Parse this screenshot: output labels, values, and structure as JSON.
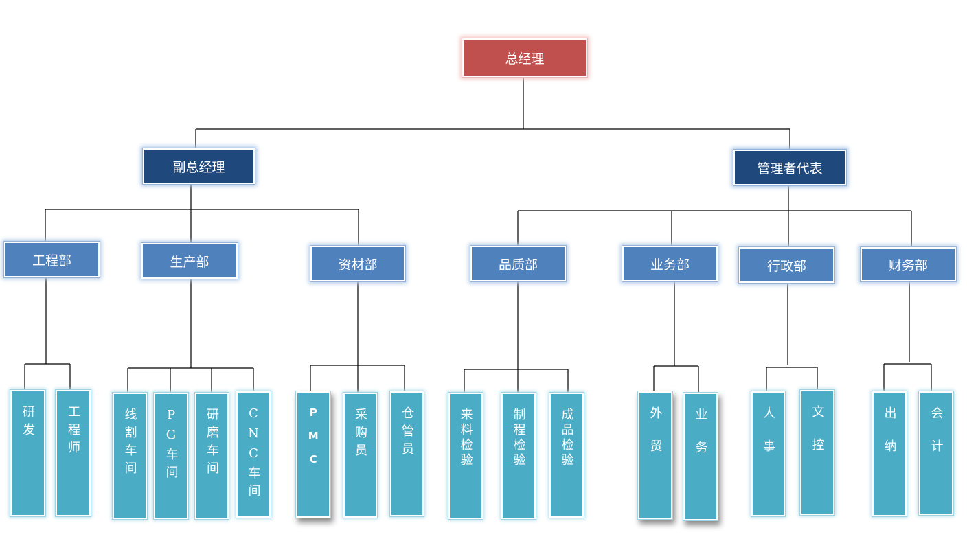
{
  "ceo": "总经理",
  "managers": {
    "deputy": "副总经理",
    "rep": "管理者代表"
  },
  "departments": {
    "engineering": "工程部",
    "production": "生产部",
    "materials": "资材部",
    "quality": "品质部",
    "business": "业务部",
    "admin": "行政部",
    "finance": "财务部"
  },
  "units": {
    "engineering": [
      "研发",
      "工程师"
    ],
    "production": [
      "线割车间",
      "PG车间",
      "研磨车间",
      "CNC车间"
    ],
    "materials": [
      "PMC",
      "采购员",
      "仓管员"
    ],
    "quality": [
      "来料检验",
      "制程检验",
      "成品检验"
    ],
    "business": [
      "外贸",
      "业务"
    ],
    "admin": [
      "人事",
      "文控"
    ],
    "finance": [
      "出纳",
      "会计"
    ]
  },
  "colors": {
    "ceo": "#c0504d",
    "manager": "#1f497d",
    "department": "#4f81bd",
    "unit": "#4bacc6",
    "connector": "#000000"
  }
}
